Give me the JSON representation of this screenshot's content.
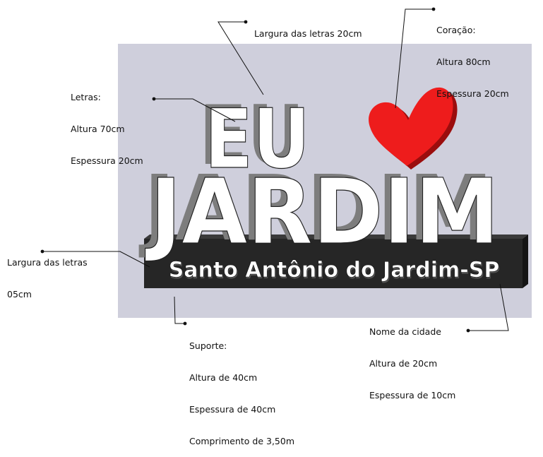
{
  "sign": {
    "line1_part1": "EU",
    "line2": "JARDIM",
    "city_name": "Santo Antônio do Jardim-SP"
  },
  "annotations": {
    "letter_width_top": "Largura das letras 20cm",
    "heart_title": "Coração:",
    "heart_height": "Altura 80cm",
    "heart_thickness": "Espessura 20cm",
    "letters_title": "Letras:",
    "letters_height": "Altura 70cm",
    "letters_thickness": "Espessura 20cm",
    "letter_width_small_1": "Largura das letras",
    "letter_width_small_2": "05cm",
    "support_title": "Suporte:",
    "support_height": "Altura de 40cm",
    "support_thickness": "Espessura de 40cm",
    "support_length": "Comprimento de 3,50m",
    "city_title": "Nome da cidade",
    "city_height": "Altura de 20cm",
    "city_thickness": "Espessura de 10cm"
  },
  "colors": {
    "backdrop": "#cfcfdc",
    "letters": "#ffffff",
    "letter_shadow": "#7d7d7d",
    "heart": "#ee1c1c",
    "heart_shadow": "#9b0d0d",
    "base": "#262626",
    "city_text": "#ffffff"
  }
}
